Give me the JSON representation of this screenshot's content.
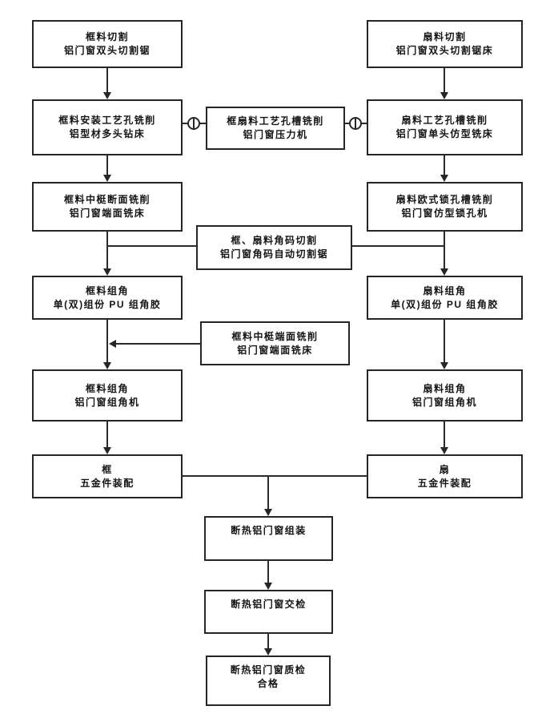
{
  "diagram": {
    "type": "flowchart",
    "language": "zh-CN",
    "colors": {
      "line": "#262626",
      "box_bg": "#ffffff",
      "page_bg": "#ffffff",
      "text": "#141414"
    },
    "nodes": {
      "frame_cut": {
        "line1": "框料切割",
        "line2": "铝门窗双头切割锯"
      },
      "sash_cut": {
        "line1": "扇料切割",
        "line2": "铝门窗双头切割锯床"
      },
      "frame_hole_mill": {
        "line1": "框料安装工艺孔铣削",
        "line2": "铝型材多头钻床"
      },
      "frame_sash_slot_mill": {
        "line1": "框扇料工艺孔槽铣削",
        "line2": "铝门窗压力机"
      },
      "sash_slot_mill": {
        "line1": "扇料工艺孔槽铣削",
        "line2": "铝门窗单头仿型铣床"
      },
      "frame_mullion_section_mill": {
        "line1": "框料中梃断面铣削",
        "line2": "铝门窗端面铣床"
      },
      "sash_lock_slot_mill": {
        "line1": "扇料欧式锁孔槽铣削",
        "line2": "铝门窗仿型锁孔机"
      },
      "corner_key_cut": {
        "line1": "框、扇料角码切割",
        "line2": "铝门窗角码自动切割锯"
      },
      "frame_corner_glue": {
        "line1": "框料组角",
        "line2": "单(双)组份 PU 组角胶"
      },
      "sash_corner_glue": {
        "line1": "扇料组角",
        "line2": "单(双)组份 PU 组角胶"
      },
      "frame_mullion_end_mill": {
        "line1": "框料中梃端面铣削",
        "line2": "铝门窗端面铣床"
      },
      "frame_corner_machine": {
        "line1": "框料组角",
        "line2": "铝门窗组角机"
      },
      "sash_corner_machine": {
        "line1": "扇料组角",
        "line2": "铝门窗组角机"
      },
      "frame_hardware": {
        "line1": "框",
        "line2": "五金件装配"
      },
      "sash_hardware": {
        "line1": "扇",
        "line2": "五金件装配"
      },
      "assembly": {
        "line1": "断热铝门窗组装",
        "line2": ""
      },
      "delivery_inspection": {
        "line1": "断热铝门窗交检",
        "line2": ""
      },
      "quality_inspection": {
        "line1": "断热铝门窗质检",
        "line2": "合格"
      }
    },
    "edges": [
      {
        "from": "frame_cut",
        "to": "frame_hole_mill",
        "style": "arrow"
      },
      {
        "from": "sash_cut",
        "to": "sash_slot_mill",
        "style": "arrow"
      },
      {
        "from": "frame_hole_mill",
        "to": "frame_sash_slot_mill",
        "style": "circle-junction"
      },
      {
        "from": "frame_sash_slot_mill",
        "to": "sash_slot_mill",
        "style": "circle-junction"
      },
      {
        "from": "frame_hole_mill",
        "to": "frame_mullion_section_mill",
        "style": "arrow"
      },
      {
        "from": "sash_slot_mill",
        "to": "sash_lock_slot_mill",
        "style": "arrow"
      },
      {
        "from": "frame_mullion_section_mill",
        "to": "frame_corner_glue",
        "style": "arrow"
      },
      {
        "from": "sash_lock_slot_mill",
        "to": "sash_corner_glue",
        "style": "arrow"
      },
      {
        "from": "corner_key_cut",
        "to": "frame_corner_glue",
        "style": "line-join"
      },
      {
        "from": "corner_key_cut",
        "to": "sash_corner_glue",
        "style": "line-join"
      },
      {
        "from": "frame_corner_glue",
        "to": "frame_corner_machine",
        "style": "arrow"
      },
      {
        "from": "sash_corner_glue",
        "to": "sash_corner_machine",
        "style": "arrow"
      },
      {
        "from": "frame_mullion_end_mill",
        "to": "frame_corner_machine",
        "style": "arrow-left"
      },
      {
        "from": "frame_corner_machine",
        "to": "frame_hardware",
        "style": "arrow"
      },
      {
        "from": "sash_corner_machine",
        "to": "sash_hardware",
        "style": "arrow"
      },
      {
        "from": "frame_hardware",
        "to": "assembly",
        "style": "line-join"
      },
      {
        "from": "sash_hardware",
        "to": "assembly",
        "style": "line-join"
      },
      {
        "from": "assembly",
        "to": "delivery_inspection",
        "style": "arrow"
      },
      {
        "from": "delivery_inspection",
        "to": "quality_inspection",
        "style": "arrow"
      }
    ]
  }
}
